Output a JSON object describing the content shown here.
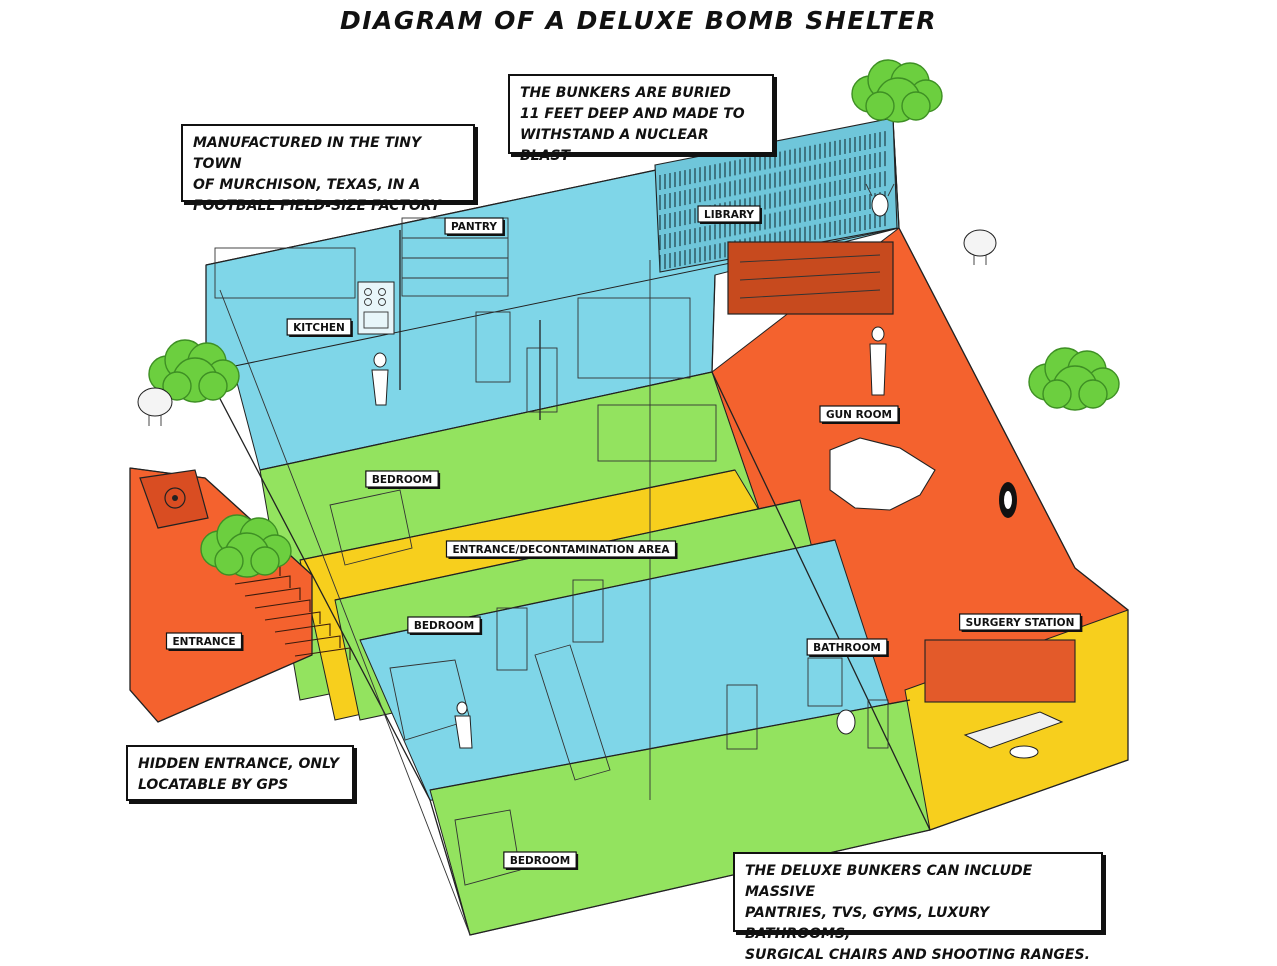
{
  "title": "DIAGRAM OF A DELUXE BOMB SHELTER",
  "callouts": {
    "factory": "MANUFACTURED IN THE TINY TOWN\nOF MURCHISON, TEXAS, IN A\nFOOTBALL FIELD-SIZE FACTORY",
    "depth": "THE BUNKERS ARE BURIED\n11 FEET DEEP AND MADE TO\nWITHSTAND A NUCLEAR BLAST",
    "hidden": "HIDDEN ENTRANCE, ONLY\nLOCATABLE BY GPS",
    "deluxe": "THE DELUXE BUNKERS CAN INCLUDE MASSIVE\nPANTRIES, TVS, GYMS, LUXURY BATHROOMS,\nSURGICAL CHAIRS AND SHOOTING RANGES."
  },
  "rooms": {
    "pantry": "PANTRY",
    "library": "LIBRARY",
    "kitchen": "KITCHEN",
    "gun_room": "GUN ROOM",
    "bedroom_1": "BEDROOM",
    "entrance_area": "ENTRANCE/DECONTAMINATION AREA",
    "bedroom_2": "BEDROOM",
    "bathroom": "BATHROOM",
    "surgery": "SURGERY STATION",
    "entrance": "ENTRANCE",
    "bedroom_3": "BEDROOM"
  },
  "colors": {
    "blue": "#7fd6e8",
    "green": "#93e35f",
    "yellow": "#f7cf1d",
    "orange": "#f4622e",
    "tree": "#6ccf3f",
    "tree_dark": "#3e8f24"
  },
  "icons": [
    "bush-icon",
    "sheep-icon",
    "deer-head-icon",
    "stove-icon",
    "bed-icon",
    "door-icon",
    "person-icon",
    "bear-rug-icon",
    "target-icon"
  ]
}
